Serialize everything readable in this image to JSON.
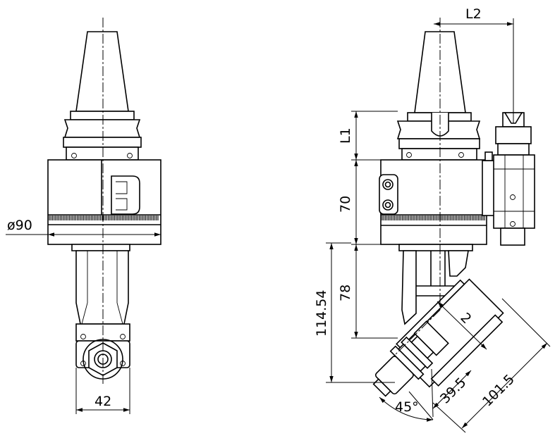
{
  "dimensions": {
    "dia90": "ø90",
    "w42": "42",
    "L1": "L1",
    "L2": "L2",
    "d70": "70",
    "d78": "78",
    "d114": "114.54",
    "d2": "2",
    "d39": "39.5",
    "d101": "101.5",
    "a45": "45°"
  },
  "colors": {
    "line": "#000000",
    "background": "#ffffff"
  }
}
